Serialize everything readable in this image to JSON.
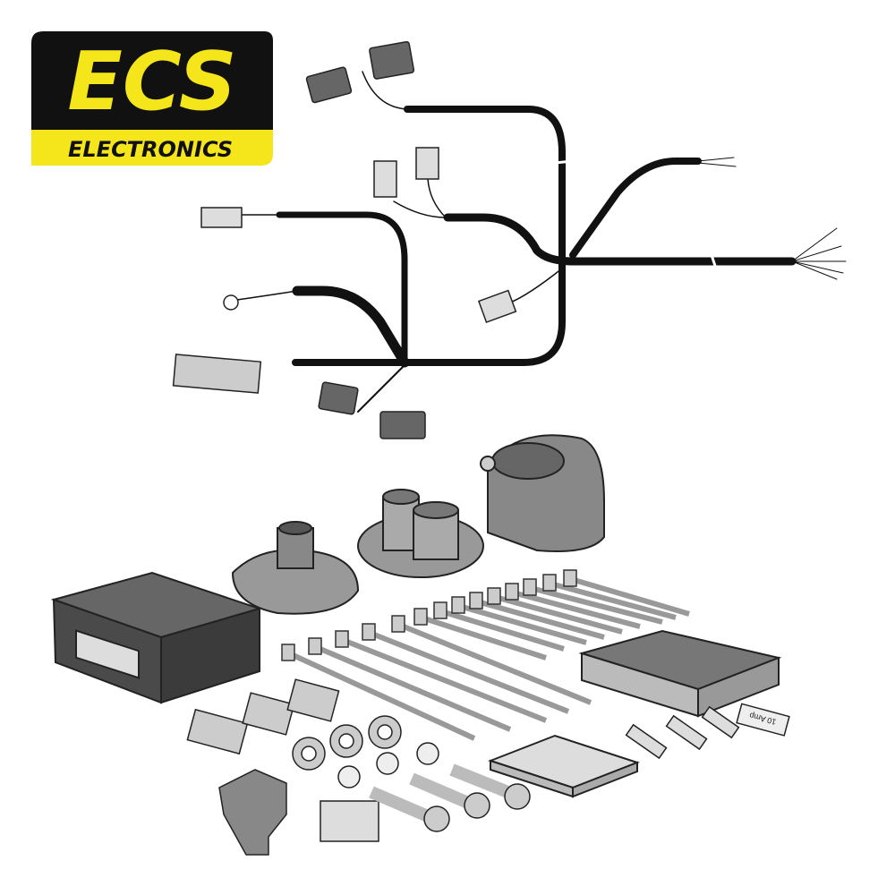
{
  "logo": {
    "brand": "ECS",
    "tagline": "ELECTRONICS",
    "colors": {
      "yellow": "#f5e51b",
      "black": "#111111"
    }
  },
  "fuse": {
    "label": "10 Amp"
  },
  "colors": {
    "cable": "#111111",
    "part_gray": "#9a9a9a",
    "part_dark": "#5e5e5e",
    "part_light": "#d4d4d4"
  }
}
